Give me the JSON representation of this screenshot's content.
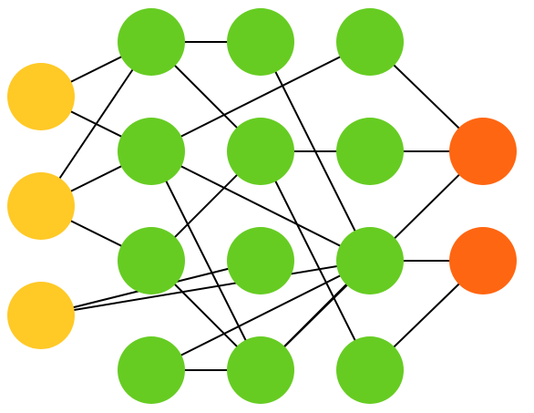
{
  "colors": {
    "input": "#FFC926",
    "hidden": "#66CC22",
    "output": "#FF6611",
    "edge": "#000000",
    "background": "#FFFFFF"
  },
  "layers": [
    {
      "id": "input",
      "role": "input",
      "nodes": [
        "in1",
        "in2",
        "in3"
      ]
    },
    {
      "id": "h1",
      "role": "hidden",
      "nodes": [
        "h1a",
        "h1b",
        "h1c",
        "h1d"
      ]
    },
    {
      "id": "h2",
      "role": "hidden",
      "nodes": [
        "h2a",
        "h2b",
        "h2c",
        "h2d"
      ]
    },
    {
      "id": "h3",
      "role": "hidden",
      "nodes": [
        "h3a",
        "h3b",
        "h3c",
        "h3d"
      ]
    },
    {
      "id": "output",
      "role": "output",
      "nodes": [
        "out1",
        "out2"
      ]
    }
  ],
  "edges": [
    [
      "in1",
      "h1a"
    ],
    [
      "in1",
      "h1b"
    ],
    [
      "in2",
      "h1a"
    ],
    [
      "in2",
      "h1b"
    ],
    [
      "in2",
      "h1c"
    ],
    [
      "in3",
      "h2c"
    ],
    [
      "in3",
      "h3c"
    ],
    [
      "h1a",
      "h2a"
    ],
    [
      "h1a",
      "h2b"
    ],
    [
      "h1b",
      "h3a"
    ],
    [
      "h1b",
      "h3c"
    ],
    [
      "h1b",
      "h2d"
    ],
    [
      "h1c",
      "h2b"
    ],
    [
      "h1c",
      "h2d"
    ],
    [
      "h1d",
      "h2d"
    ],
    [
      "h1d",
      "h3c"
    ],
    [
      "h2a",
      "h3c"
    ],
    [
      "h2b",
      "h3b"
    ],
    [
      "h2b",
      "h3d"
    ],
    [
      "h2d",
      "h3c"
    ],
    [
      "h2d",
      "out1"
    ],
    [
      "h3a",
      "out1"
    ],
    [
      "h3b",
      "out1"
    ],
    [
      "h3c",
      "out2"
    ],
    [
      "h3d",
      "out2"
    ]
  ]
}
